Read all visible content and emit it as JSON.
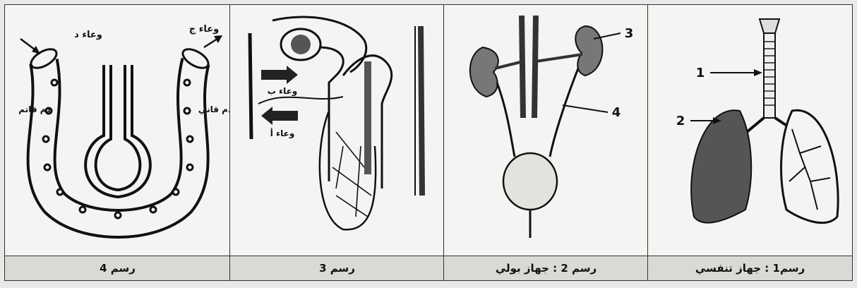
{
  "panels": [
    {
      "caption": "رسم 4",
      "labels": {
        "vessel_d": "وعاء د",
        "vessel_c": "وعاء ج",
        "dark_blood": "دم قاتم",
        "light_blood": "دم قاني"
      }
    },
    {
      "caption": "رسم 3",
      "labels": {
        "vessel_b": "وعاء ب",
        "vessel_a": "وعاء أ"
      }
    },
    {
      "caption": "رسم 2 : جهاز بولي",
      "labels": {
        "num3": "3",
        "num4": "4"
      }
    },
    {
      "caption": "رسم1 : جهاز تنفسي",
      "labels": {
        "num1": "1",
        "num2": "2"
      }
    }
  ]
}
